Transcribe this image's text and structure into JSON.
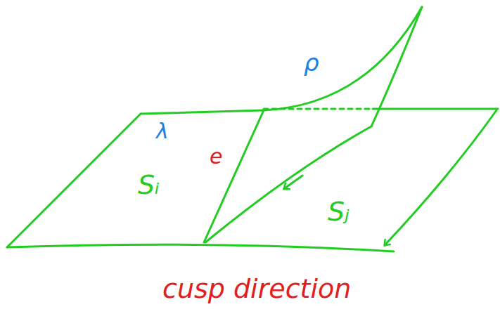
{
  "diagram": {
    "caption": "cusp direction",
    "labels": [
      "λ",
      "ρ",
      "e",
      "Sᵢ",
      "Sⱼ"
    ]
  }
}
